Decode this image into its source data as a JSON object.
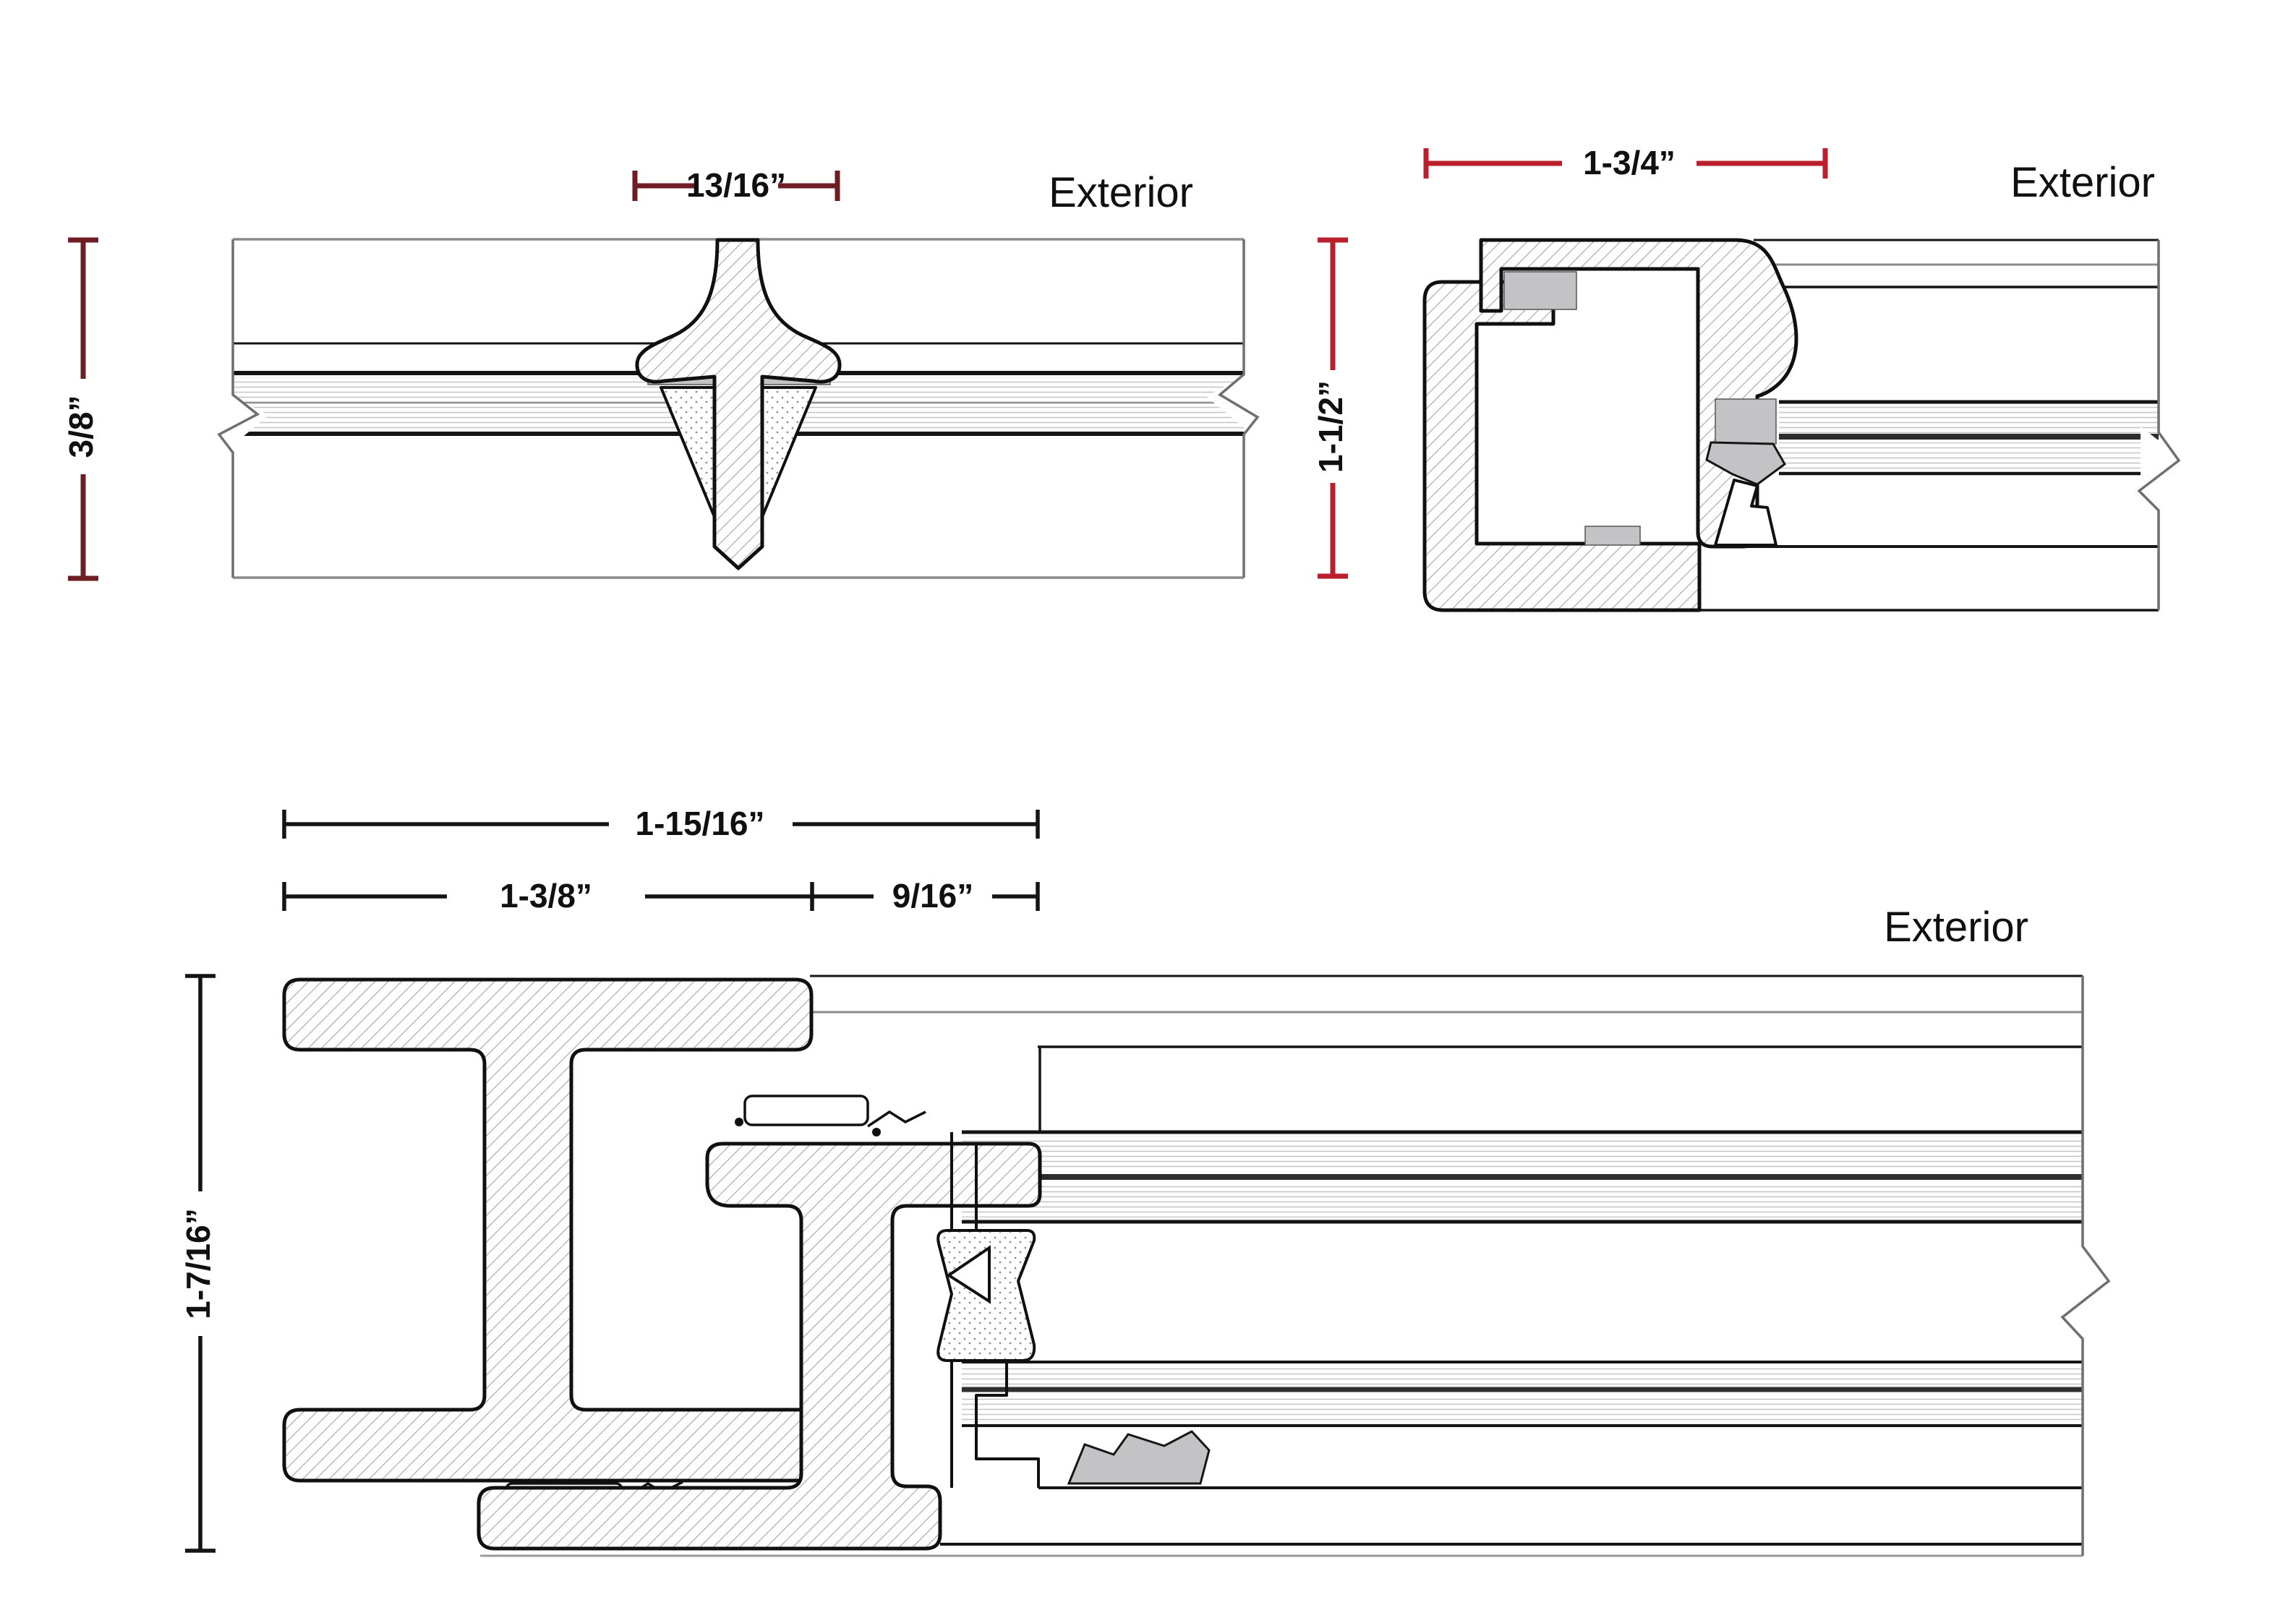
{
  "document": {
    "kind": "window-frame-section-drawing",
    "background": "#ffffff"
  },
  "colors": {
    "maroon_dim": "#6e1e23",
    "red_dim": "#bc1f2c",
    "black_dim": "#141414",
    "gasket_gray": "#c3c3c5",
    "edge_gray": "#8a8a8a",
    "heavy_glass_line": "#2e2e2e"
  },
  "diagram_top_left": {
    "name": "glass-joint-mullion-section",
    "exterior_label": "Exterior",
    "dims": {
      "width": {
        "label": "13/16”",
        "color_role": "maroon_dim"
      },
      "height": {
        "label": "3/8”",
        "color_role": "maroon_dim"
      }
    }
  },
  "diagram_top_right": {
    "name": "jamb-receptor-section",
    "exterior_label": "Exterior",
    "dims": {
      "width": {
        "label": "1-3/4”",
        "color_role": "red_dim"
      },
      "height": {
        "label": "1-1/2”",
        "color_role": "red_dim"
      }
    }
  },
  "diagram_bottom": {
    "name": "meeting-rail-section",
    "exterior_label": "Exterior",
    "dims": {
      "overall_width": {
        "label": "1-15/16”",
        "color_role": "black_dim"
      },
      "left_width": {
        "label": "1-3/8”",
        "color_role": "black_dim"
      },
      "right_width": {
        "label": "9/16”",
        "color_role": "black_dim"
      },
      "height": {
        "label": "1-7/16”",
        "color_role": "black_dim"
      }
    }
  }
}
